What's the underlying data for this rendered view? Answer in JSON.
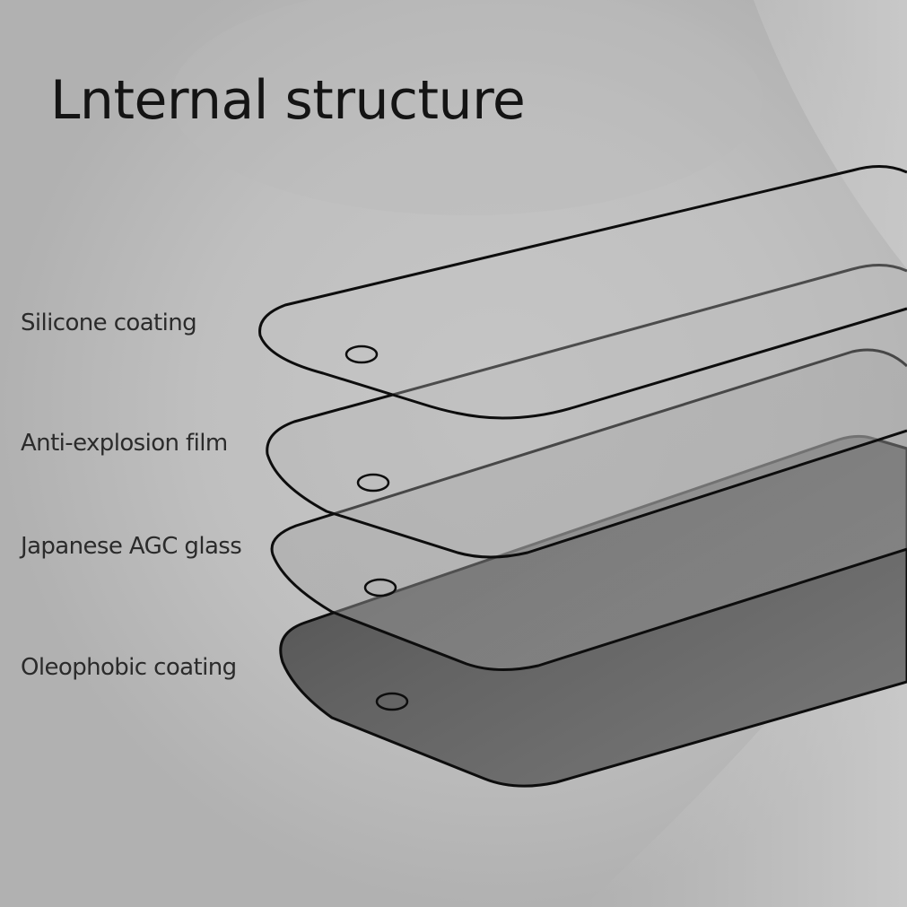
{
  "title": "Lnternal structure",
  "layers": [
    {
      "label": "Silicone coating"
    },
    {
      "label": "Anti-explosion film"
    },
    {
      "label": "Japanese AGC glass"
    },
    {
      "label": "Oleophobic coating"
    }
  ],
  "colors": {
    "background": "#b3b3b3",
    "title_text": "#141414",
    "label_text": "#2b2b2b",
    "layer_outline": "#0d0d0d",
    "oleophobic_fill": "#5e5e5e"
  }
}
